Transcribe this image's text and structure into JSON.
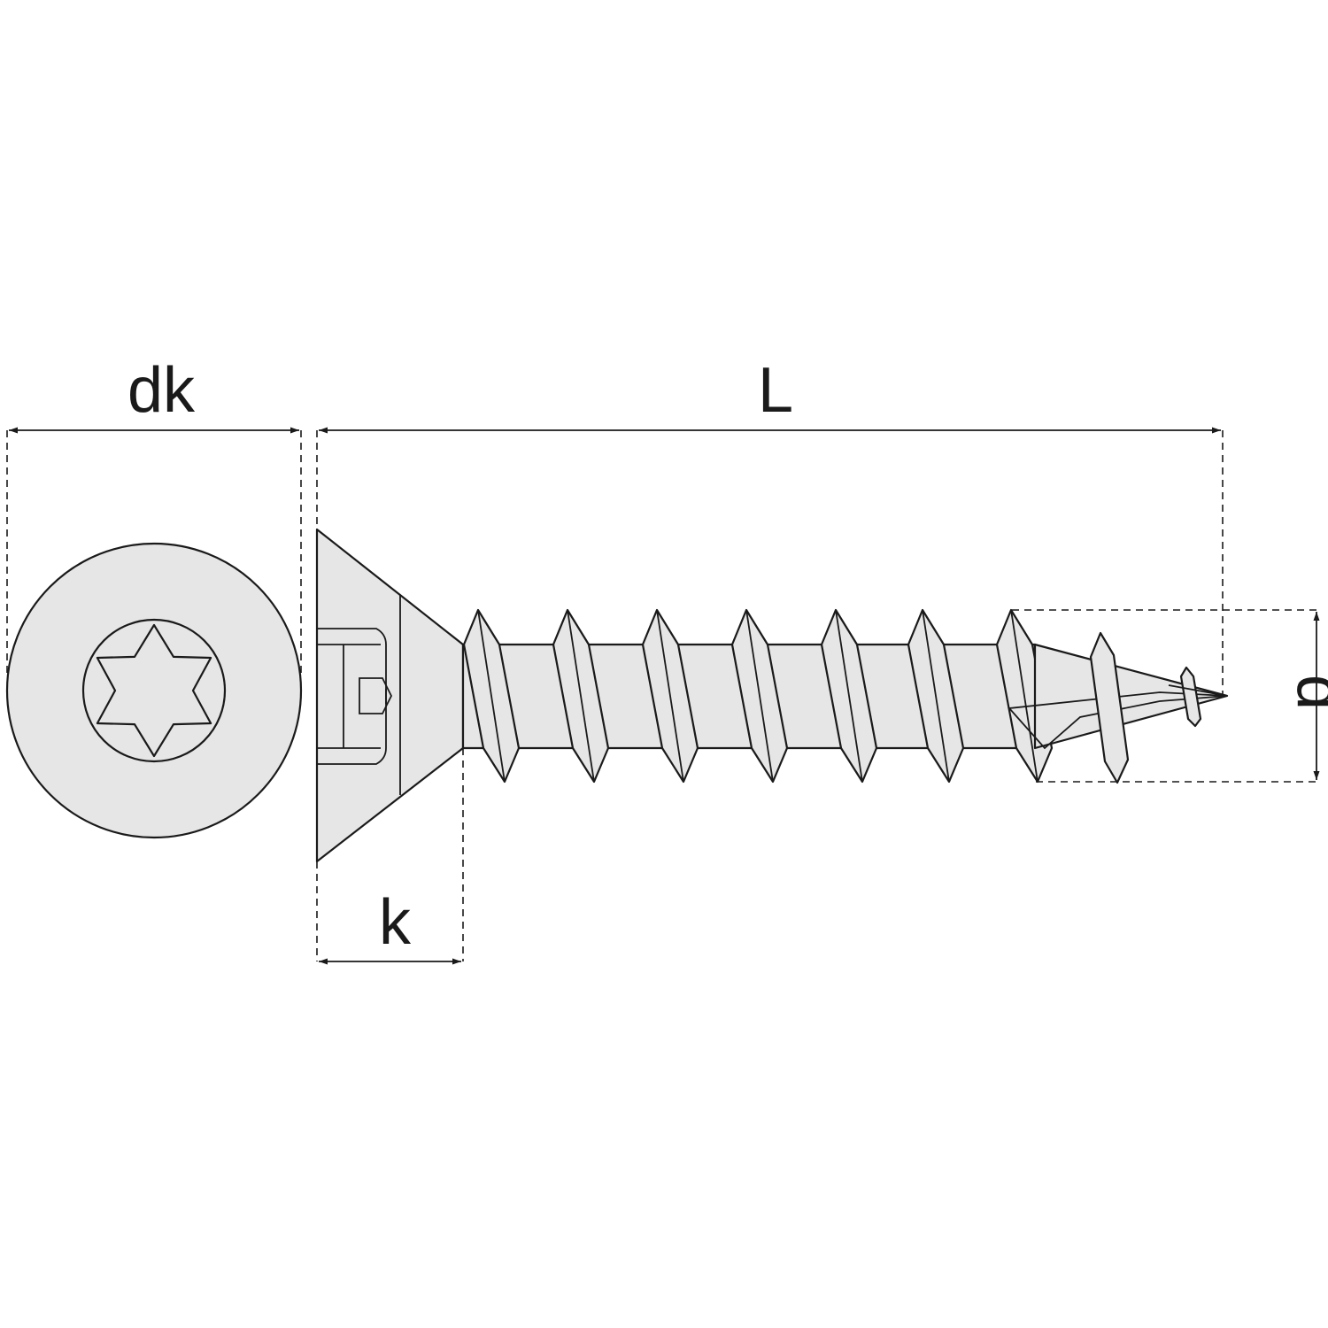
{
  "diagram": {
    "labels": {
      "head_diameter": "dk",
      "length": "L",
      "head_height": "k",
      "thread_diameter": "d"
    },
    "colors": {
      "fill": "#e6e6e6",
      "line": "#1a1a1a",
      "background": "#ffffff"
    },
    "drive_type_icon": "torx-star-icon"
  }
}
